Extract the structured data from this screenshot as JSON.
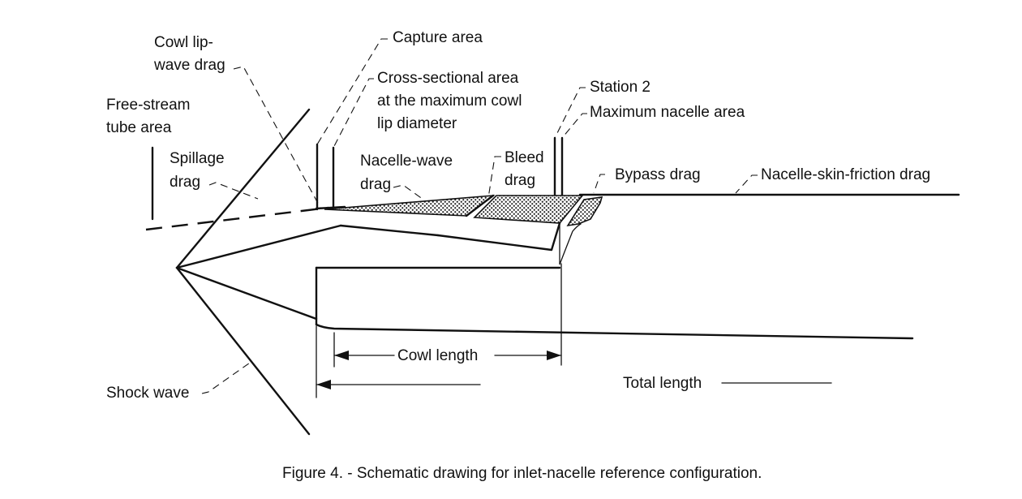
{
  "labels": {
    "cowl_lip_line1": "Cowl lip-",
    "cowl_lip_line2": "wave drag",
    "capture_area": "Capture area",
    "cross_line1": "Cross-sectional area",
    "cross_line2": "at the maximum cowl",
    "cross_line3": "lip diameter",
    "station_2": "Station 2",
    "max_nacelle_area": "Maximum nacelle area",
    "free_stream_line1": "Free-stream",
    "free_stream_line2": "tube area",
    "spillage_line1": "Spillage",
    "spillage_line2": "drag",
    "nacelle_wave_line1": "Nacelle-wave",
    "nacelle_wave_line2": "drag",
    "bleed_line1": "Bleed",
    "bleed_line2": "drag",
    "bypass_drag": "Bypass drag",
    "skin_friction": "Nacelle-skin-friction drag",
    "shock_wave": "Shock wave",
    "cowl_length": "Cowl length",
    "total_length": "Total length"
  },
  "caption": "Figure 4. - Schematic drawing for inlet-nacelle reference configuration."
}
